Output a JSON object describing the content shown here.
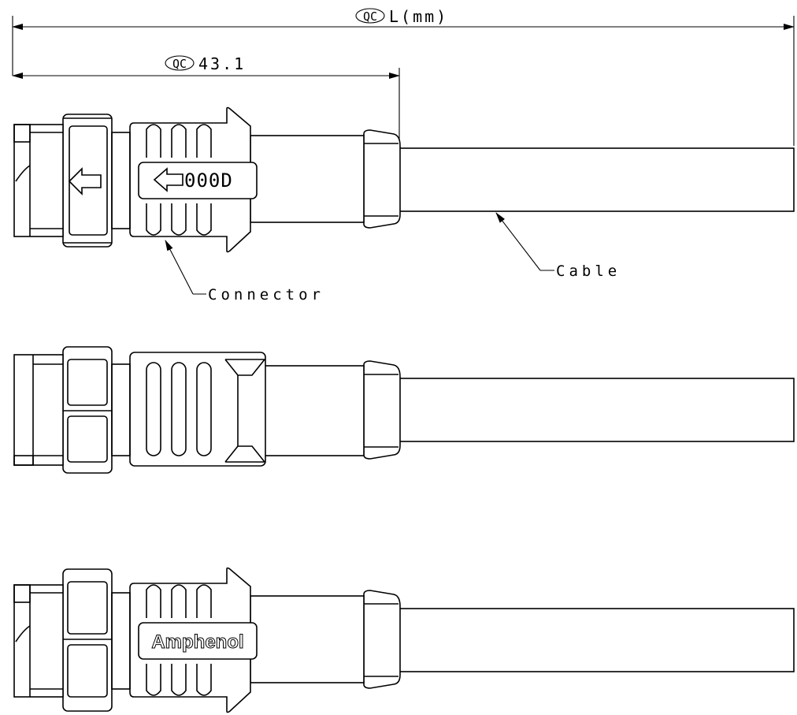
{
  "dimensions": {
    "overall": {
      "qc_symbol": "QC",
      "label": "L(mm)"
    },
    "connector": {
      "qc_symbol": "QC",
      "label": "43.1"
    }
  },
  "callouts": {
    "connector": "Connector",
    "cable": "Cable"
  },
  "markings": {
    "top_view_code": "000D",
    "bottom_view_brand": "Amphenol"
  }
}
